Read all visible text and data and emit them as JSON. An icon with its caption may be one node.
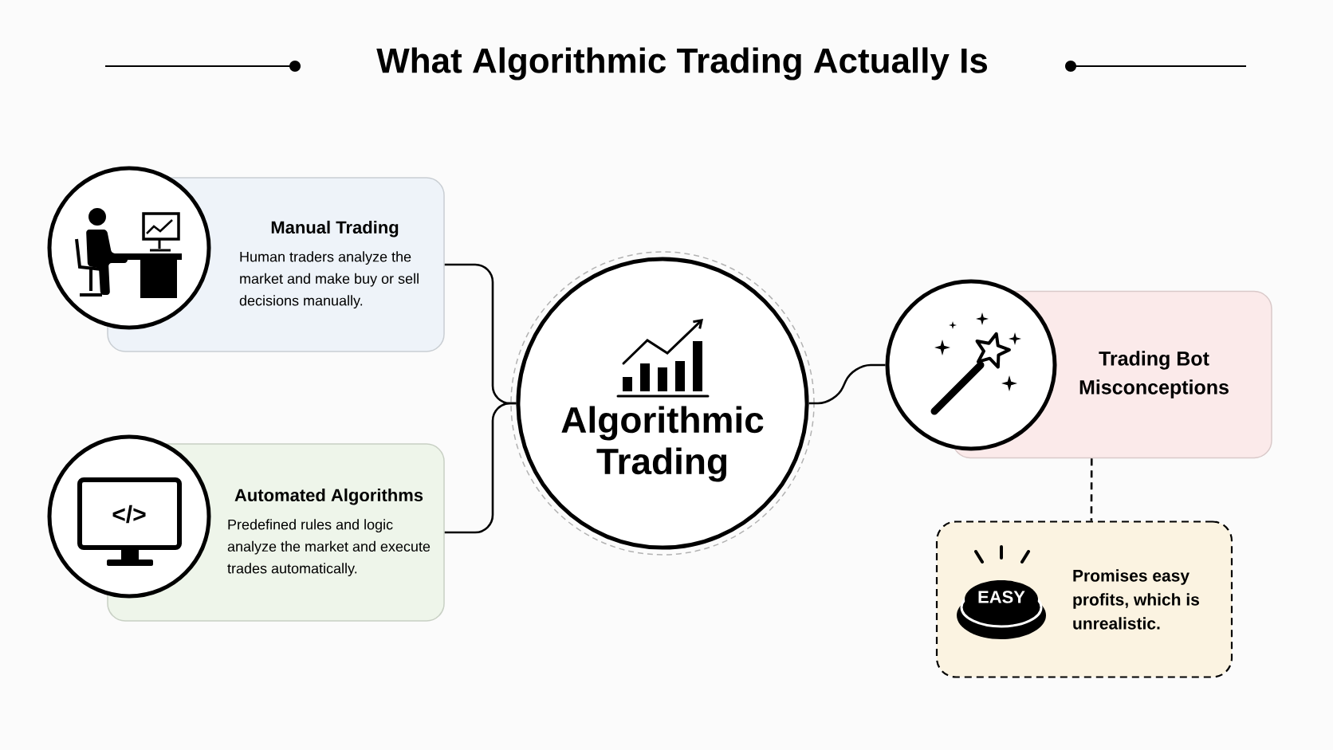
{
  "diagram": {
    "title": "What Algorithmic Trading Actually Is",
    "nodes": [
      {
        "text": [
          "Manual Trading",
          "Human traders analyze the market and make buy or sell decisions manually."
        ]
      },
      {
        "text": [
          "Automated Algorithms",
          "Predefined rules and logic analyze the market and execute trades automatically."
        ]
      },
      {
        "text": [
          "Algorithmic Trading"
        ]
      },
      {
        "text": [],
        "shape": "circle"
      },
      {
        "text": [
          "Trading Bot Misconceptions"
        ]
      },
      {
        "text": [
          "Promises easy profits, which is unrealistic."
        ]
      }
    ],
    "edges": [
      {
        "from": 0,
        "to": 2,
        "arrow": "none"
      },
      {
        "from": 1,
        "to": 2,
        "arrow": "none"
      },
      {
        "from": 2,
        "to": 3,
        "arrow": "none"
      },
      {
        "from": 4,
        "to": 5,
        "arrow": "none",
        "style": "dashed"
      }
    ],
    "labels": [
      "</>",
      "EASY"
    ]
  }
}
